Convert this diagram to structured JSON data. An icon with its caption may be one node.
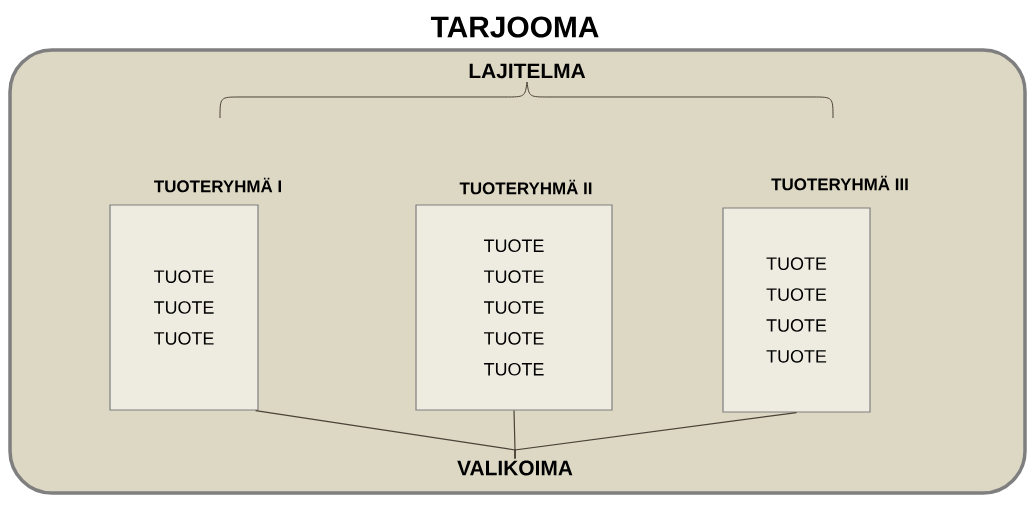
{
  "diagram": {
    "nodes": [
      {
        "text": [
          "TARJOOMA"
        ]
      },
      {
        "text": [
          "TUOTERYHMÄ I",
          "TUOTE",
          "TUOTE",
          "TUOTE"
        ],
        "in": 0
      },
      {
        "text": [
          "TUOTERYHMÄ II",
          "TUOTE",
          "TUOTE",
          "TUOTE",
          "TUOTE",
          "TUOTE"
        ],
        "in": 0
      },
      {
        "text": [
          "TUOTERYHMÄ III",
          "TUOTE",
          "TUOTE",
          "TUOTE",
          "TUOTE"
        ],
        "in": 0
      },
      {
        "text": [
          "VALIKOIMA"
        ],
        "in": 0
      }
    ],
    "edges": [
      {
        "from": 1,
        "to": 4,
        "arrow": "none"
      },
      {
        "from": 2,
        "to": 4,
        "arrow": "none"
      },
      {
        "from": 3,
        "to": 4,
        "arrow": "none"
      }
    ],
    "labels": [
      "LAJITELMA"
    ]
  }
}
